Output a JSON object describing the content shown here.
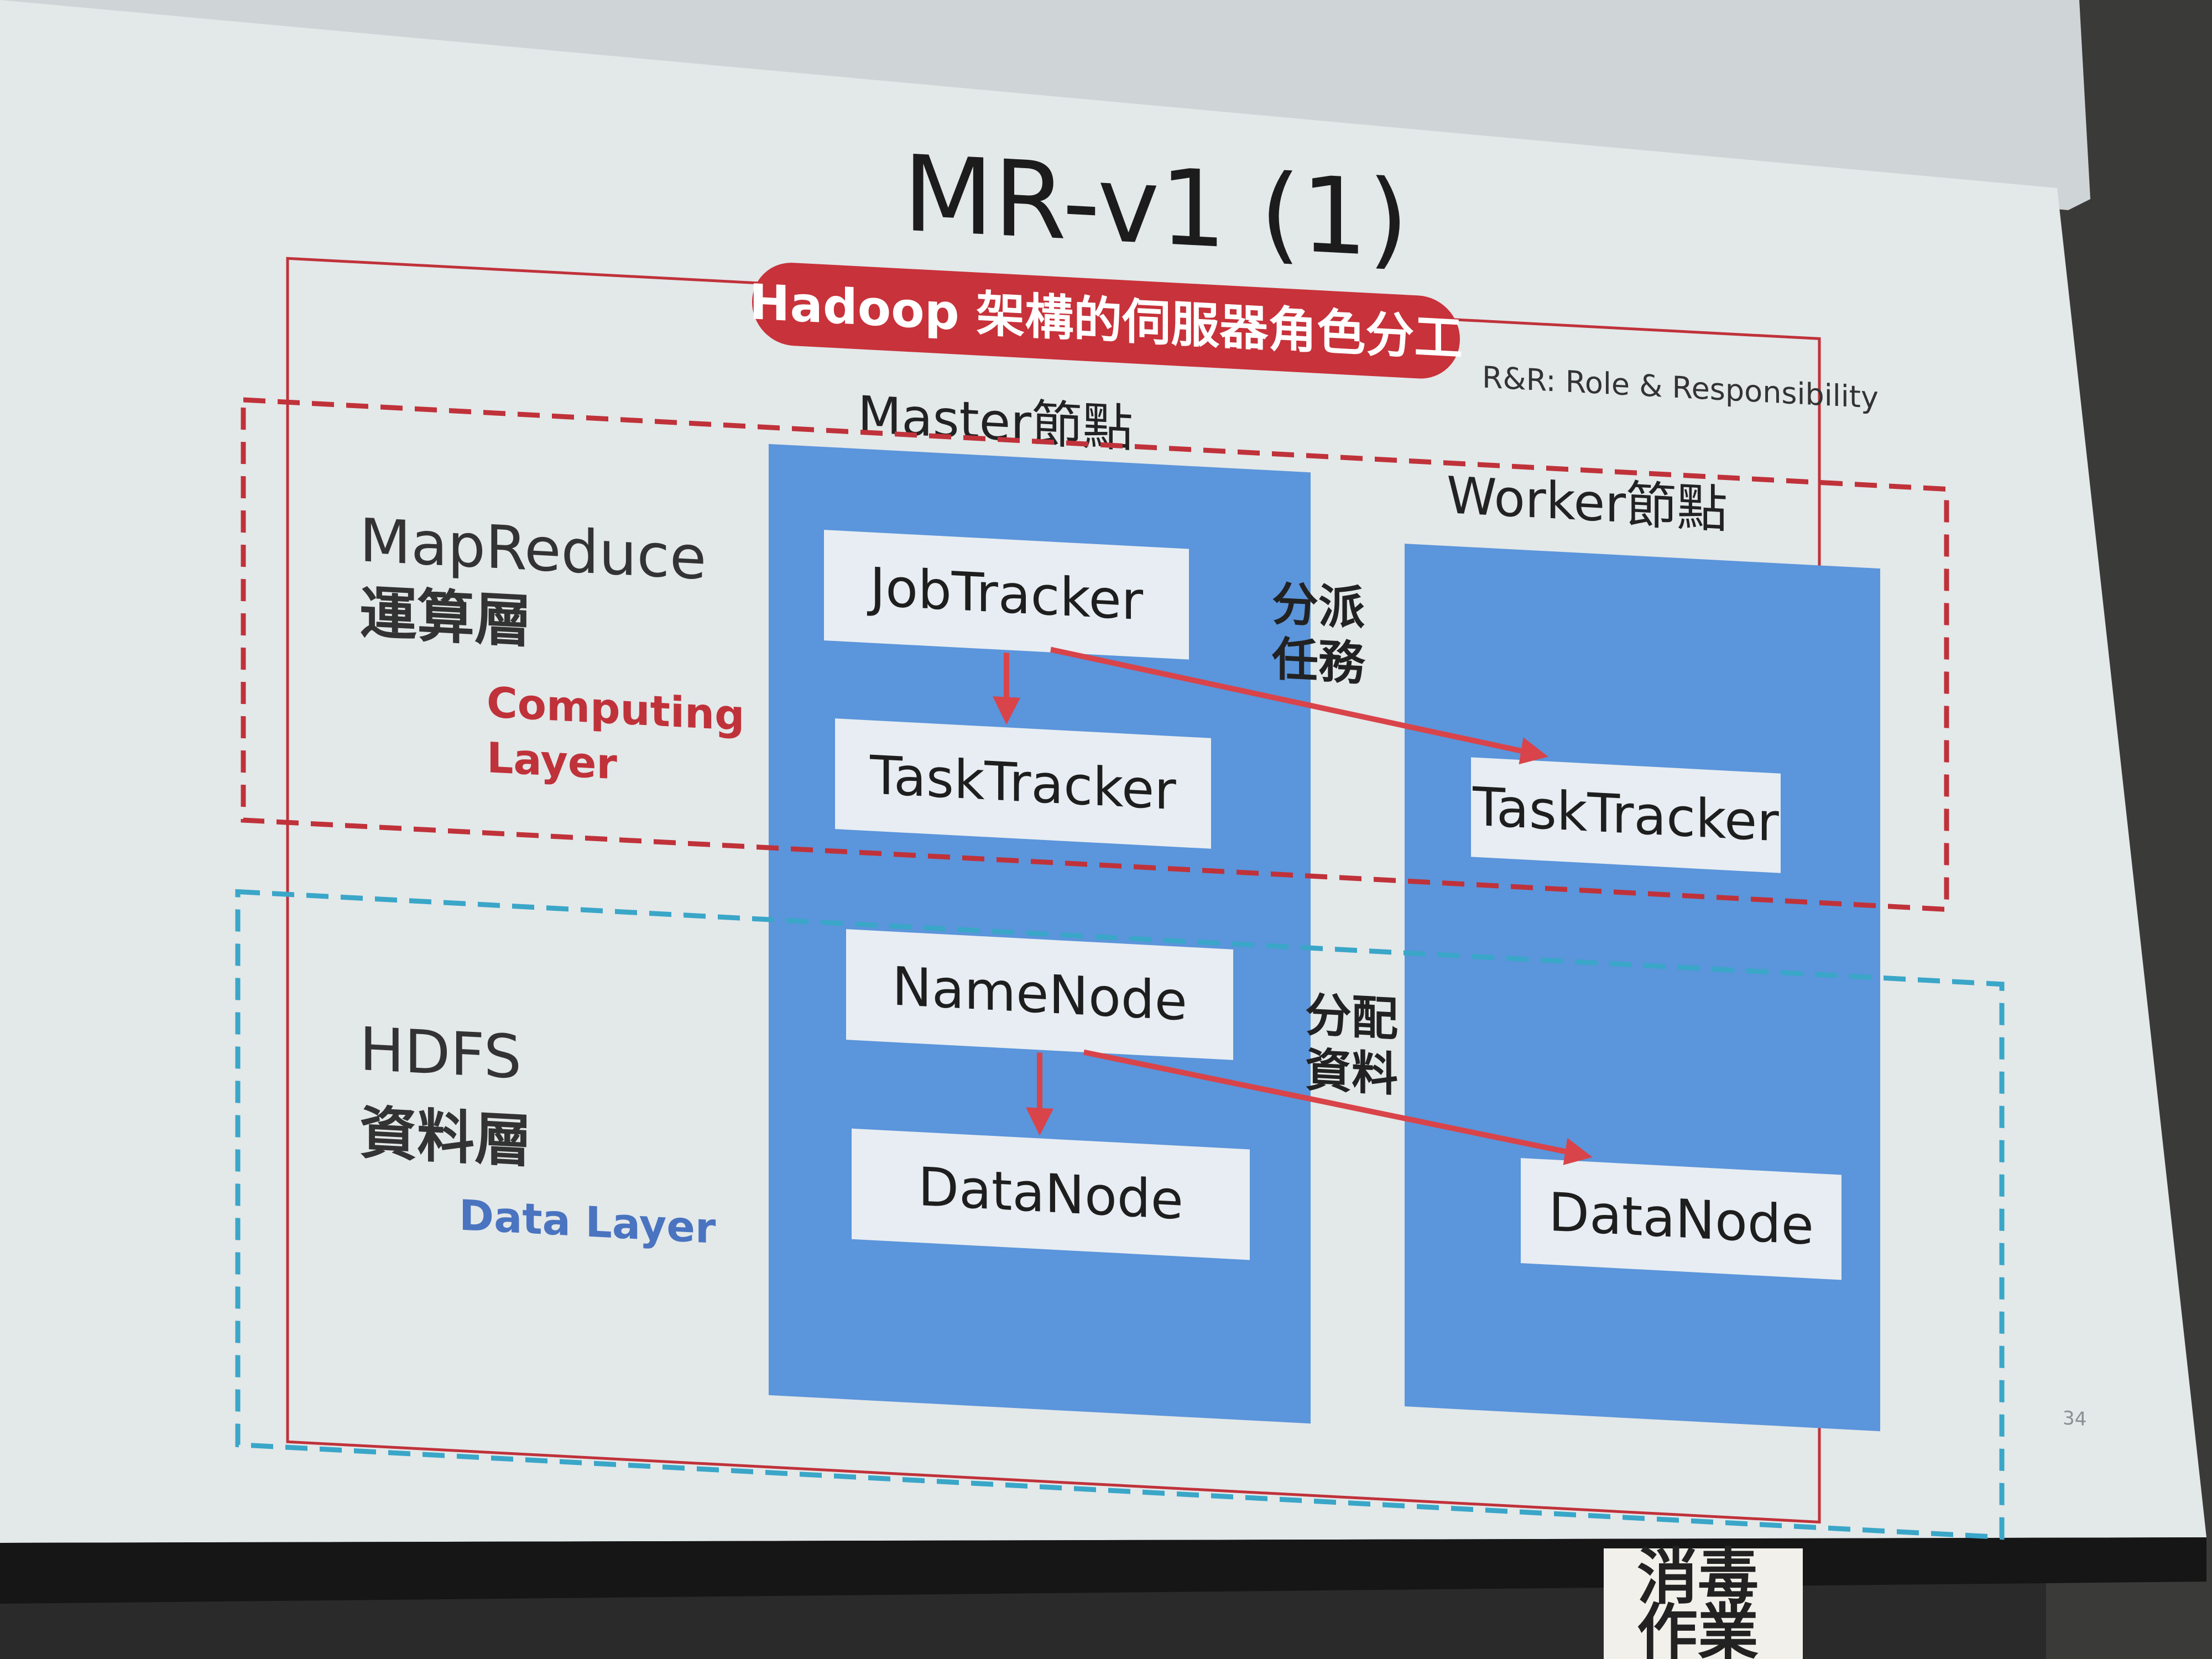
{
  "slide": {
    "title": "MR-v1 (1)",
    "banner": "Hadoop 架構的伺服器角色分工",
    "rr_note": "R&R: Role & Responsibility",
    "page_number": "34"
  },
  "columns": {
    "master": "Master節點",
    "worker": "Worker節點"
  },
  "layers": {
    "mapreduce": {
      "name": "MapReduce",
      "name_cn": "運算層",
      "en_line1": "Computing",
      "en_line2": "Layer"
    },
    "hdfs": {
      "name": "HDFS",
      "name_cn": "資料層",
      "en": "Data Layer"
    }
  },
  "nodes": {
    "job_tracker": "JobTracker",
    "master_task_tracker": "TaskTracker",
    "worker_task_tracker": "TaskTracker",
    "name_node": "NameNode",
    "master_data_node": "DataNode",
    "worker_data_node": "DataNode"
  },
  "edges": {
    "dispatch_task": {
      "line1": "分派",
      "line2": "任務"
    },
    "distribute_data": {
      "line1": "分配",
      "line2": "資料"
    }
  },
  "background_sign": {
    "line1": "消毒",
    "line2": "作業"
  },
  "colors": {
    "banner_red": "#c8323a",
    "arrow_red": "#d8444a",
    "column_blue": "#5b95db",
    "node_box": "#e7edf2",
    "mapreduce_dash": "#c0323a",
    "hdfs_dash": "#3aa6c8",
    "slide_background": "#e3e8e9"
  }
}
